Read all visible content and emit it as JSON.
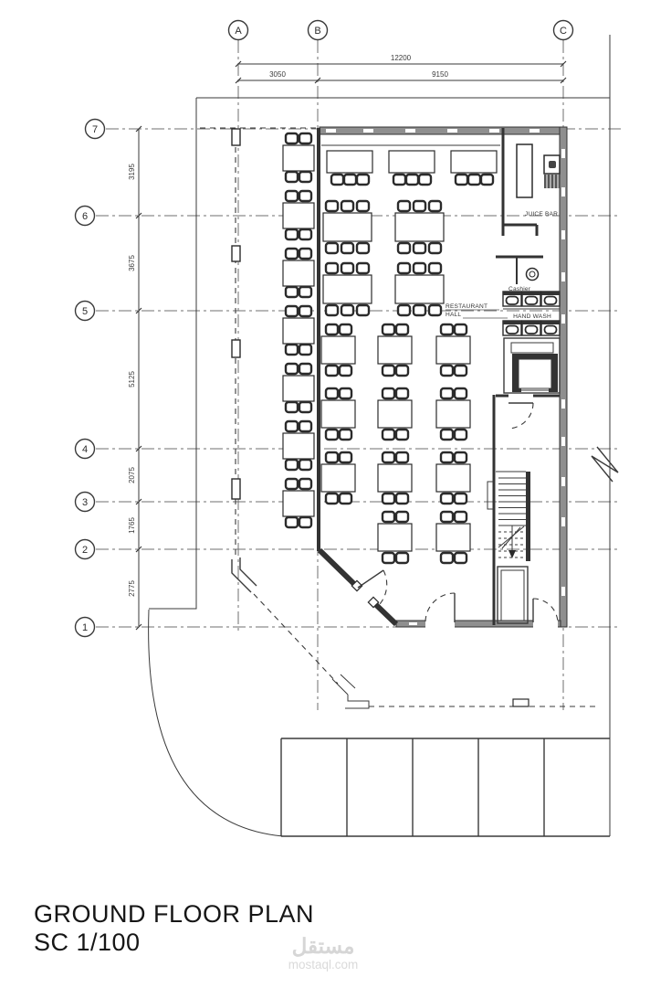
{
  "title": {
    "line1": "GROUND FLOOR PLAN",
    "line2": "SC 1/100"
  },
  "watermark": {
    "name_ar": "مستقل",
    "site": "mostaql.com"
  },
  "grid_markers": {
    "columns": [
      {
        "label": "A"
      },
      {
        "label": "B"
      },
      {
        "label": "C"
      }
    ],
    "rows": [
      {
        "label": "7"
      },
      {
        "label": "6"
      },
      {
        "label": "5"
      },
      {
        "label": "4"
      },
      {
        "label": "3"
      },
      {
        "label": "2"
      },
      {
        "label": "1"
      }
    ]
  },
  "dimensions": {
    "top": {
      "overall": "12200",
      "left_bay": "3050",
      "right_bay": "9150"
    },
    "left": [
      {
        "label": "3195"
      },
      {
        "label": "3675"
      },
      {
        "label": "5125"
      },
      {
        "label": "2075"
      },
      {
        "label": "1765"
      },
      {
        "label": "2775"
      }
    ]
  },
  "room_labels": {
    "juice_bar": "JUICE BAR",
    "cashier": "Cashier",
    "restaurant_hall_line1": "RESTAURANT",
    "restaurant_hall_line2": "HALL",
    "hand_wash": "HAND WASH"
  },
  "colors": {
    "wall_gray": "#8f8f8f",
    "line_dark": "#2b2b2b",
    "watermark_gray": "#d6d6d6"
  }
}
